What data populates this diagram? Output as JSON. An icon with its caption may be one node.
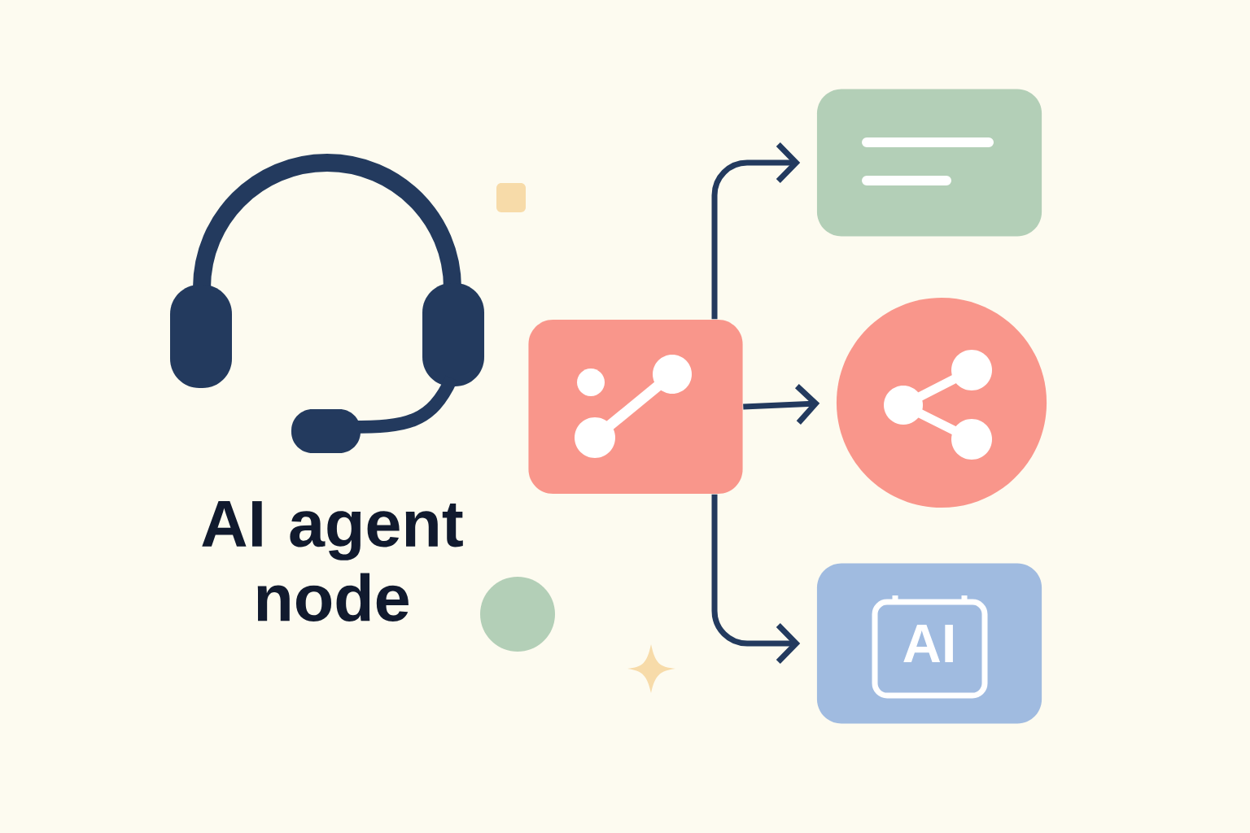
{
  "diagram": {
    "nodes": [
      {
        "text": [],
        "shape": "box"
      },
      {
        "text": [],
        "shape": "box"
      },
      {
        "text": [],
        "shape": "circle"
      },
      {
        "text": [
          "AI"
        ]
      }
    ],
    "edges": [
      {
        "from": 0,
        "to": 1,
        "arrow": "to"
      },
      {
        "from": 0,
        "to": 2,
        "arrow": "to"
      },
      {
        "from": 0,
        "to": 3,
        "arrow": "to"
      }
    ],
    "labels": [
      "AI agent node"
    ]
  }
}
